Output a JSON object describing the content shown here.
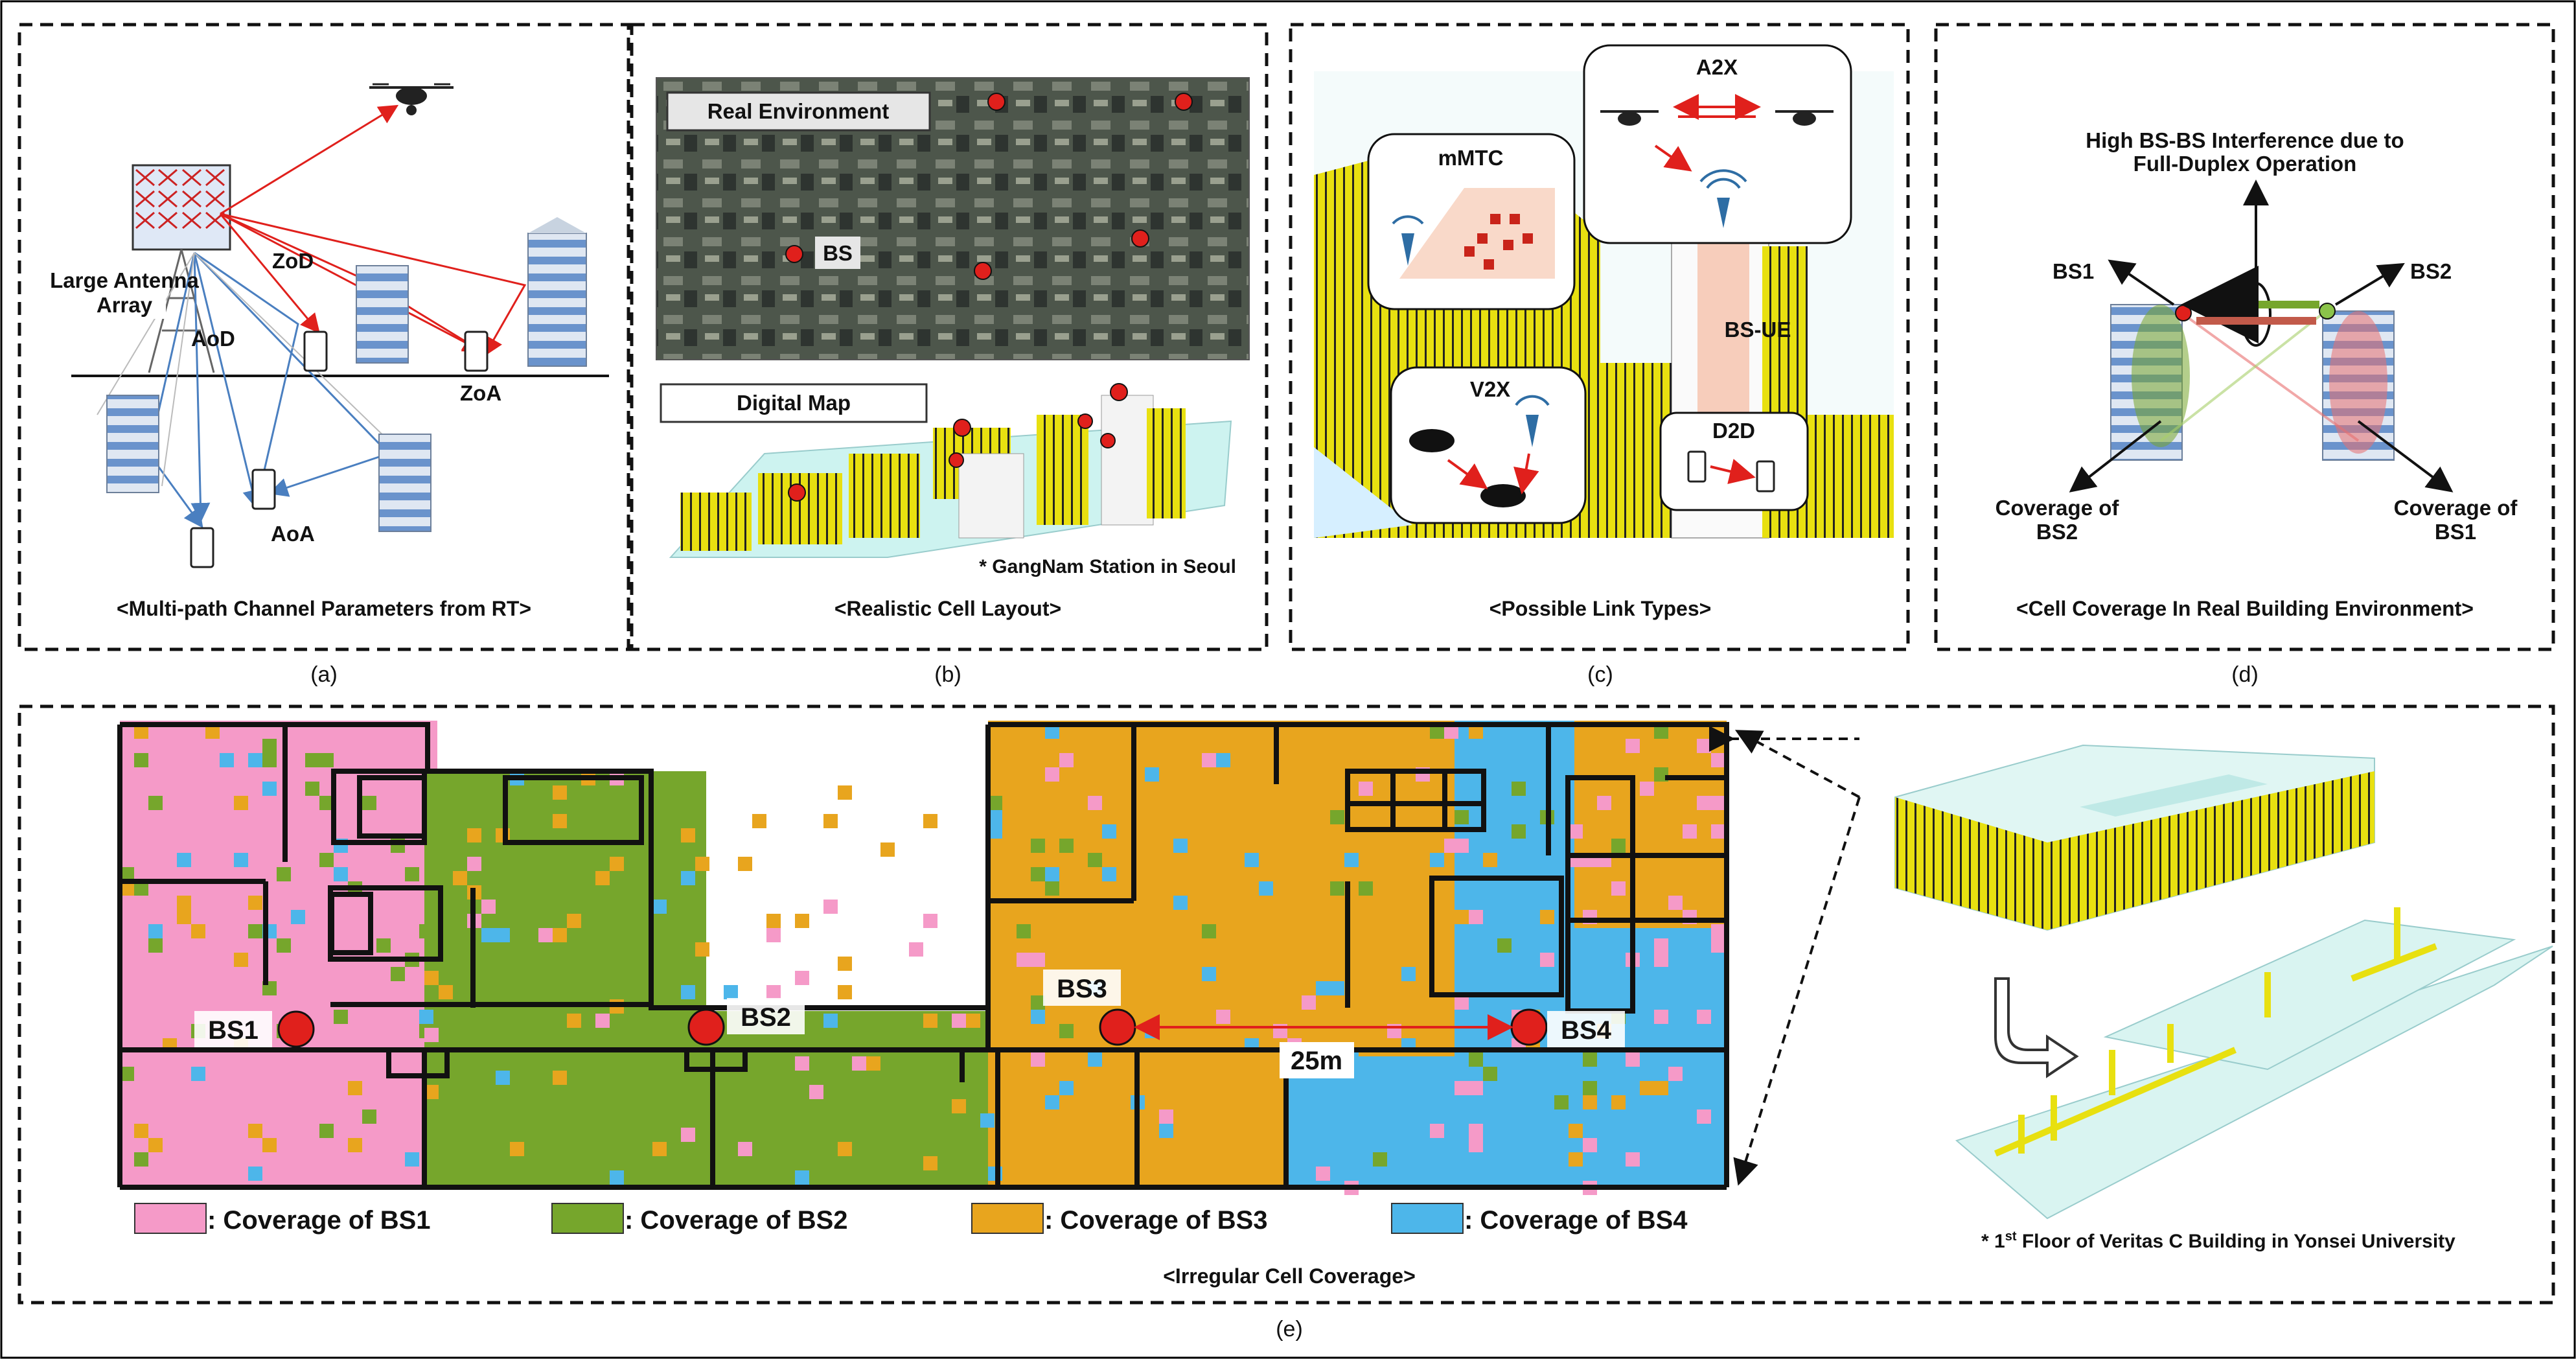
{
  "colors": {
    "bs1": "#f59ac8",
    "bs2": "#76a62c",
    "bs3": "#e8a51e",
    "bs4": "#4db6ea",
    "link_red": "#e0201c",
    "link_blue": "#4a7fc0",
    "building_yellow": "#e8e010",
    "building_cyan": "#cdf3f0"
  },
  "panel_a": {
    "caption": "<Multi-path Channel Parameters from RT>",
    "letter": "(a)",
    "labels": {
      "array": "Large Antenna Array",
      "zod": "ZoD",
      "aod": "AoD",
      "zoa": "ZoA",
      "aoa": "AoA"
    }
  },
  "panel_b": {
    "caption": "<Realistic Cell Layout>",
    "letter": "(b)",
    "labels": {
      "real": "Real Environment",
      "bs": "BS",
      "digital": "Digital Map",
      "note": "* GangNam Station in Seoul"
    }
  },
  "panel_c": {
    "caption": "<Possible Link Types>",
    "letter": "(c)",
    "labels": {
      "a2x": "A2X",
      "mmtc": "mMTC",
      "bsue": "BS-UE",
      "v2x": "V2X",
      "d2d": "D2D"
    }
  },
  "panel_d": {
    "caption": "<Cell Coverage In Real Building Environment>",
    "letter": "(d)",
    "labels": {
      "interference_1": "High BS-BS Interference due to",
      "interference_2": "Full-Duplex Operation",
      "bs1": "BS1",
      "bs2": "BS2",
      "cov_bs2_1": "Coverage of",
      "cov_bs2_2": "BS2",
      "cov_bs1_1": "Coverage of",
      "cov_bs1_2": "BS1"
    }
  },
  "panel_e": {
    "caption": "<Irregular Cell Coverage>",
    "letter": "(e)",
    "bs_labels": [
      "BS1",
      "BS2",
      "BS3",
      "BS4"
    ],
    "distance": "25m",
    "legend": [
      ": Coverage of BS1",
      ": Coverage of BS2",
      ": Coverage of BS3",
      ": Coverage of BS4"
    ],
    "note_prefix": "* 1",
    "note_sup": "st",
    "note_suffix": " Floor of Veritas C Building in Yonsei University"
  }
}
